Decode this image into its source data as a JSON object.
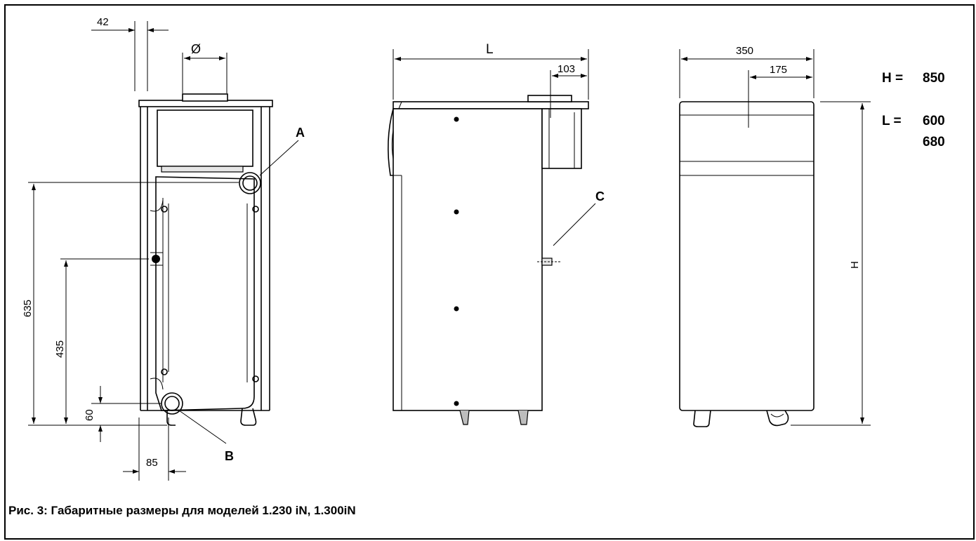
{
  "figure": {
    "caption": "Рис. 3: Габаритные размеры для моделей 1.230 iN, 1.300iN"
  },
  "dimensions": {
    "left_view": {
      "d42": "42",
      "dia": "Ø",
      "d635": "635",
      "d435": "435",
      "d60": "60",
      "d85": "85"
    },
    "middle_view": {
      "L": "L",
      "d103": "103"
    },
    "right_view": {
      "d350": "350",
      "d175": "175",
      "H": "H"
    }
  },
  "labels": {
    "A": "A",
    "B": "B",
    "C": "C"
  },
  "specs": [
    {
      "key": "H =",
      "values": [
        "850"
      ]
    },
    {
      "key": "L =",
      "values": [
        "600",
        "680"
      ]
    }
  ]
}
